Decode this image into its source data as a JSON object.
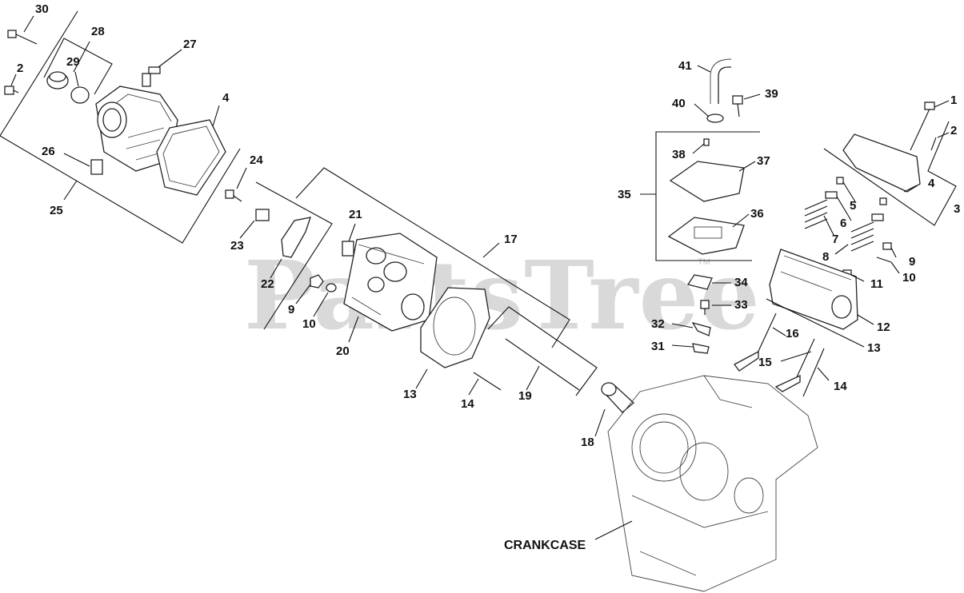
{
  "watermark": {
    "text": "PartsTree",
    "trademark": "TM"
  },
  "labels": {
    "n30": "30",
    "n28": "28",
    "n29": "29",
    "n2a": "2",
    "n27": "27",
    "n4a": "4",
    "n26": "26",
    "n25": "25",
    "n24": "24",
    "n23": "23",
    "n22": "22",
    "n21": "21",
    "n17": "17",
    "n9a": "9",
    "n10a": "10",
    "n20": "20",
    "n13a": "13",
    "n14a": "14",
    "n19": "19",
    "n18": "18",
    "n41": "41",
    "n39": "39",
    "n40": "40",
    "n38": "38",
    "n37": "37",
    "n35": "35",
    "n36": "36",
    "n34": "34",
    "n33": "33",
    "n32": "32",
    "n31": "31",
    "n1": "1",
    "n2b": "2",
    "n4b": "4",
    "n3": "3",
    "n5": "5",
    "n6": "6",
    "n7": "7",
    "n8": "8",
    "n9b": "9",
    "n10b": "10",
    "n11": "11",
    "n12": "12",
    "n13b": "13",
    "n16": "16",
    "n15": "15",
    "n14b": "14",
    "crankcase": "CRANKCASE"
  }
}
